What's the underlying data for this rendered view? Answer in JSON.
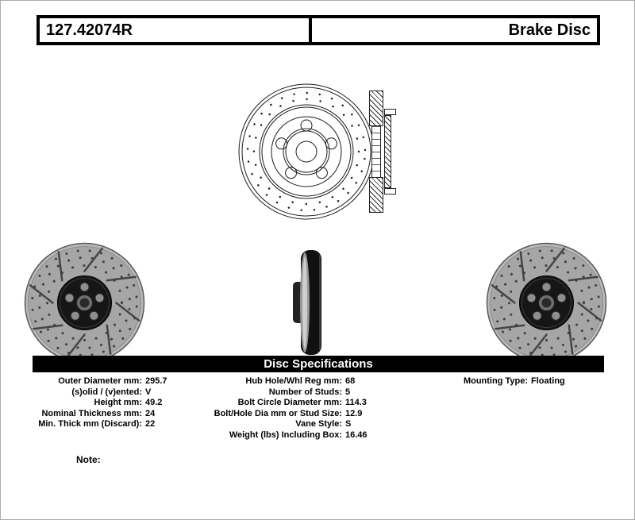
{
  "header": {
    "part_number": "127.42074R",
    "product_name": "Brake Disc"
  },
  "colors": {
    "header_bar": "#000000",
    "section_bar": "#000000"
  },
  "figures": {
    "front_view": "brake-disc-front-technical-drawing",
    "cross_section": "brake-disc-cross-section-drawing",
    "photo_left": "drilled-slotted-rotor-photo-angled-left",
    "photo_center": "rotor-edge-view-photo",
    "photo_right": "drilled-slotted-rotor-photo-angled-right"
  },
  "specs_section": {
    "title": "Disc Specifications",
    "left": [
      {
        "label": "Outer Diameter mm:",
        "value": "295.7"
      },
      {
        "label": "(s)olid / (v)ented:",
        "value": "V"
      },
      {
        "label": "Height mm:",
        "value": "49.2"
      },
      {
        "label": "Nominal Thickness mm:",
        "value": "24"
      },
      {
        "label": "Min. Thick mm (Discard):",
        "value": "22"
      }
    ],
    "center": [
      {
        "label": "Hub Hole/Whl Reg mm:",
        "value": "68"
      },
      {
        "label": "Number of Studs:",
        "value": "5"
      },
      {
        "label": "Bolt Circle Diameter mm:",
        "value": "114.3"
      },
      {
        "label": "Bolt/Hole Dia mm or Stud Size:",
        "value": "12.9"
      },
      {
        "label": "Vane Style:",
        "value": "S"
      },
      {
        "label": "Weight (lbs) Including Box:",
        "value": "16.46"
      }
    ],
    "right": [
      {
        "label": "Mounting Type:",
        "value": "Floating"
      }
    ]
  },
  "note": {
    "label": "Note:"
  }
}
